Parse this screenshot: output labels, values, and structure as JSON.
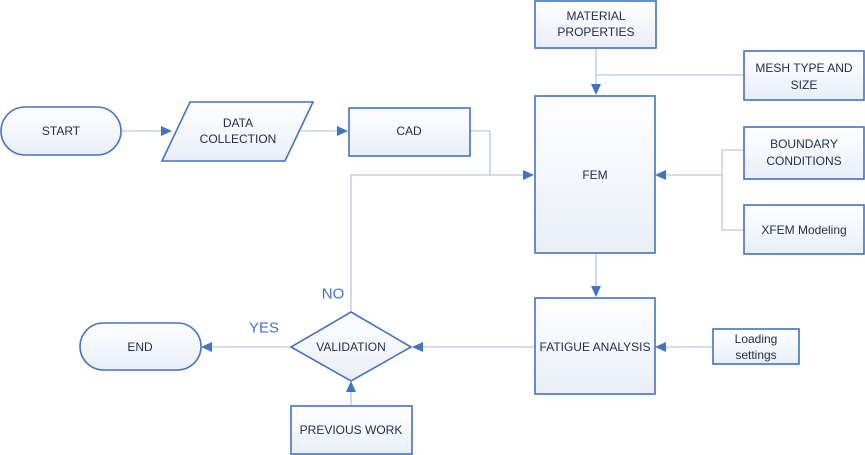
{
  "nodes": {
    "start": "START",
    "data_collection": [
      "DATA",
      "COLLECTION"
    ],
    "cad": "CAD",
    "material_properties": [
      "MATERIAL",
      "PROPERTIES"
    ],
    "mesh_type": [
      "MESH TYPE AND",
      "SIZE"
    ],
    "fem": "FEM",
    "boundary_conditions": [
      "BOUNDARY",
      "CONDITIONS"
    ],
    "xfem_modeling": "XFEM Modeling",
    "fatigue_analysis": "FATIGUE ANALYSIS",
    "loading_settings": [
      "Loading",
      "settings"
    ],
    "validation": "VALIDATION",
    "end": "END",
    "previous_work": "PREVIOUS WORK"
  },
  "edge_labels": {
    "no": "NO",
    "yes": "YES"
  },
  "colors": {
    "stroke": "#4472C4",
    "connector": "#A9BEDF",
    "fill_top": "#FFFFFF",
    "fill_bottom": "#EAEFF8"
  }
}
